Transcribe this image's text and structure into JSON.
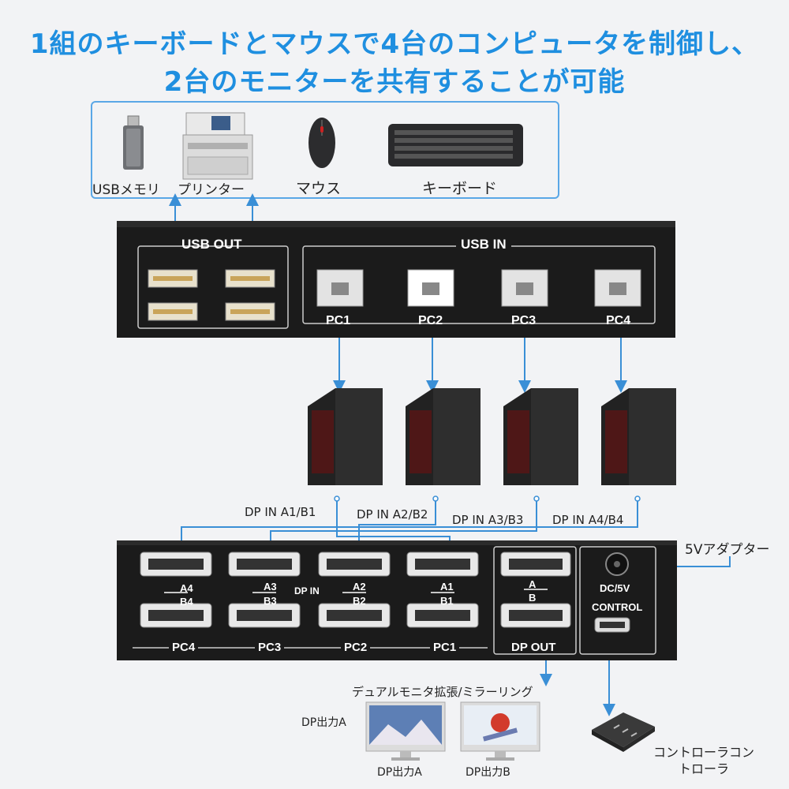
{
  "title": {
    "line1": "1組のキーボードとマウスで4台のコンピュータを制御し、",
    "line2": "2台のモニターを共有することが可能"
  },
  "peripherals": {
    "usb_memory": "USBメモリ",
    "printer": "プリンター",
    "mouse": "マウス",
    "keyboard": "キーボード"
  },
  "top_panel": {
    "usb_out": "USB OUT",
    "usb_in": "USB IN",
    "pc_labels": [
      "PC1",
      "PC2",
      "PC3",
      "PC4"
    ]
  },
  "dp_in_labels": [
    "DP IN A1/B1",
    "DP IN A2/B2",
    "DP IN A3/B3",
    "DP IN A4/B4"
  ],
  "bottom_panel": {
    "port_pairs": [
      {
        "a": "A4",
        "b": "B4",
        "pc": "PC4"
      },
      {
        "a": "A3",
        "b": "B3",
        "pc": "PC3"
      },
      {
        "a": "A2",
        "b": "B2",
        "pc": "PC2"
      },
      {
        "a": "A1",
        "b": "B1",
        "pc": "PC1"
      }
    ],
    "dp_in": "DP IN",
    "dp_out_a": "A",
    "dp_out_b": "B",
    "dp_out": "DP OUT",
    "dc": "DC/5V",
    "control": "CONTROL"
  },
  "adapter_label": "5Vアダプター",
  "monitor_mode": "デュアルモニタ拡張/ミラーリング",
  "dp_output_a_side": "DP出力A",
  "monitor_a_label": "DP出力A",
  "monitor_b_label": "DP出力B",
  "controller_label_1": "コントローラコン",
  "controller_label_2": "トローラ",
  "colors": {
    "accent": "#1f8fe0",
    "panel": "#1a1a1a",
    "line": "#3a8fd6"
  }
}
